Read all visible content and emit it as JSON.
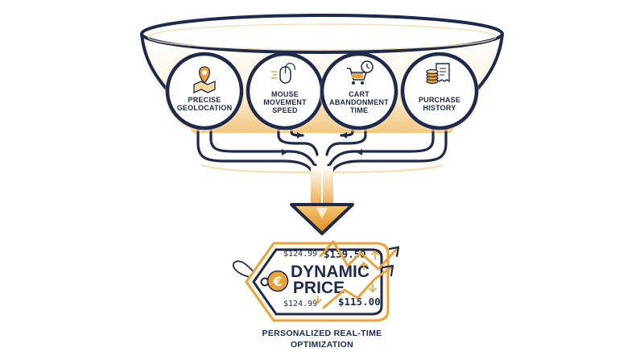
{
  "nodes": [
    {
      "lines": [
        "PRECISE",
        "GEOLOCATION"
      ],
      "icon": "map-pin-icon"
    },
    {
      "lines": [
        "MOUSE",
        "MOVEMENT",
        "SPEED"
      ],
      "icon": "mouse-icon"
    },
    {
      "lines": [
        "CART",
        "ABANDONMENT",
        "TIME"
      ],
      "icon": "cart-clock-icon"
    },
    {
      "lines": [
        "PURCHASE",
        "HISTORY"
      ],
      "icon": "receipt-coins-icon"
    }
  ],
  "tag": {
    "title_line1": "DYNAMIC",
    "title_line2": "PRICE",
    "currency_symbol": "€",
    "prices": {
      "top_old": "$124.99",
      "top_new": "$139.50",
      "bottom_old": "$124.99",
      "bottom_new": "$115.00"
    }
  },
  "caption": {
    "line1": "PERSONALIZED REAL-TIME",
    "line2": "OPTIMIZATION"
  },
  "colors": {
    "navy": "#1d2a4b",
    "gold": "#e9a33a",
    "gold_light": "#f6d9a5"
  }
}
